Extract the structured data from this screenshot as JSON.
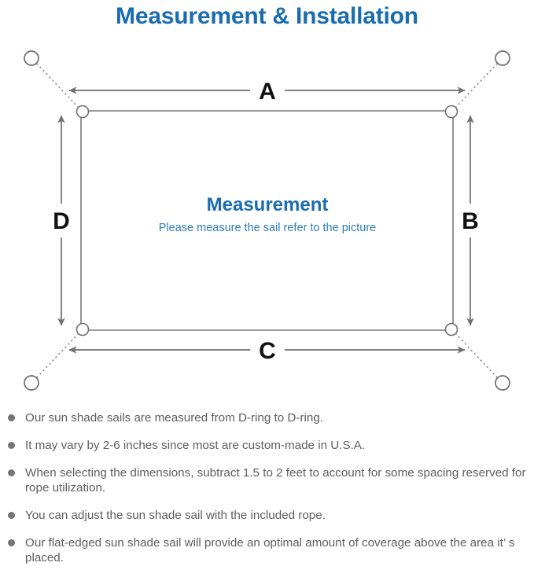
{
  "header": {
    "title": "Measurement & Installation",
    "title_color": "#1a6cb0"
  },
  "diagram": {
    "name": "sun-shade-sail-measurement-diagram",
    "center": {
      "title": "Measurement",
      "subtitle": "Please measure the sail refer to the picture",
      "title_color": "#1a6cb0",
      "subtitle_color": "#2f7cbb"
    },
    "dimension_labels": {
      "top": "A",
      "right": "B",
      "bottom": "C",
      "left": "D"
    },
    "label_color": "#111111",
    "line_color": "#7a7a7a",
    "rope_style": "dotted",
    "corner_hardware": "D-ring",
    "anchor_hardware": "anchor-ring",
    "sail_shape": "rounded-rectangle"
  },
  "notes": {
    "bullet_color": "#757575",
    "items": [
      "Our sun shade sails are measured from D-ring to D-ring.",
      "It may vary by 2-6 inches since most are custom-made in U.S.A.",
      "When selecting the dimensions, subtract 1.5 to 2 feet to account for some spacing reserved for rope utilization.",
      "You can adjust the sun shade sail with the included rope.",
      "Our flat-edged sun shade sail will provide an optimal amount of coverage above the area it’  s placed."
    ]
  }
}
